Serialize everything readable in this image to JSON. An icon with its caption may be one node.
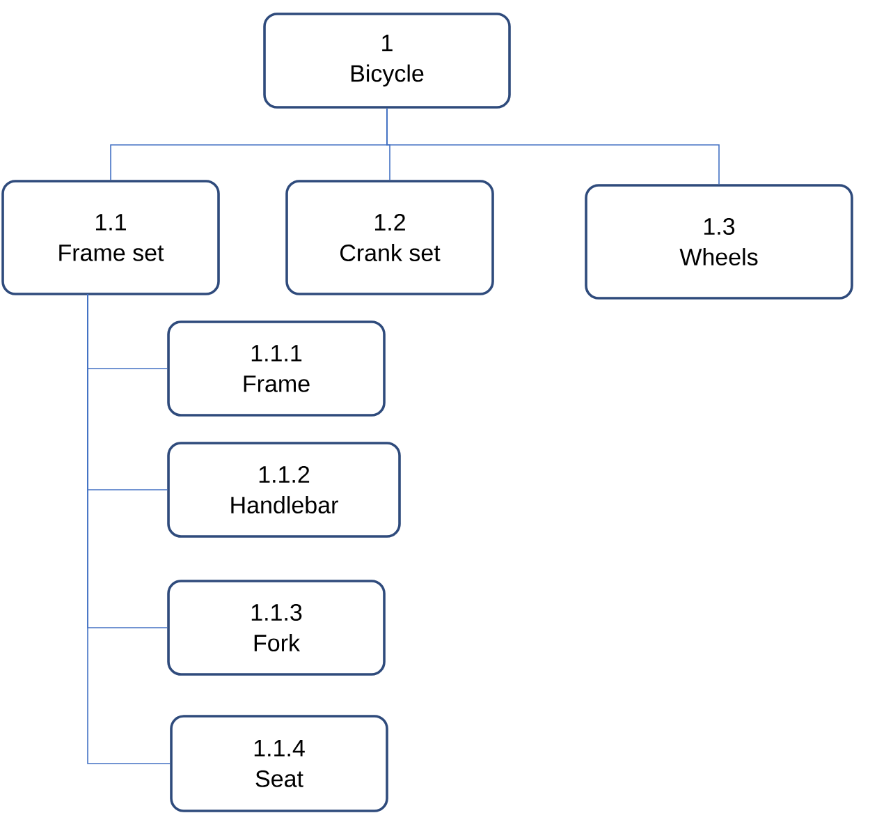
{
  "diagram": {
    "nodes": [
      {
        "text": [
          "1",
          "Bicycle"
        ]
      },
      {
        "text": [
          "1.1",
          "Frame set"
        ]
      },
      {
        "text": [
          "1.2",
          "Crank set"
        ]
      },
      {
        "text": [
          "1.3",
          "Wheels"
        ]
      },
      {
        "text": [
          "1.1.1",
          "Frame"
        ]
      },
      {
        "text": [
          "1.1.2",
          "Handlebar"
        ]
      },
      {
        "text": [
          "1.1.3",
          "Fork"
        ]
      },
      {
        "text": [
          "1.1.4",
          "Seat"
        ]
      }
    ],
    "edges": [
      {
        "from": 0,
        "to": 1,
        "arrow": "none"
      },
      {
        "from": 0,
        "to": 2,
        "arrow": "none"
      },
      {
        "from": 0,
        "to": 3,
        "arrow": "none"
      },
      {
        "from": 1,
        "to": 4,
        "arrow": "none"
      },
      {
        "from": 1,
        "to": 5,
        "arrow": "none"
      },
      {
        "from": 1,
        "to": 6,
        "arrow": "none"
      },
      {
        "from": 1,
        "to": 7,
        "arrow": "none"
      }
    ]
  }
}
